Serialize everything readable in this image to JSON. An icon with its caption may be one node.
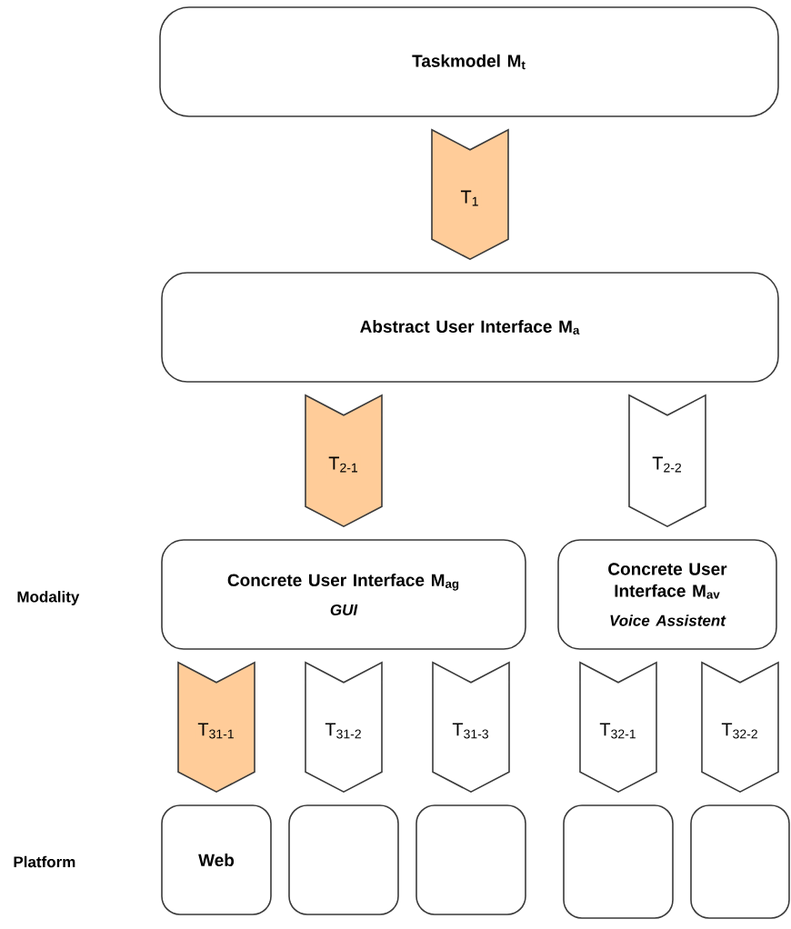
{
  "diagram": {
    "nodes": [
      {
        "text": [
          "Taskmodel M$_{t}$"
        ]
      },
      {
        "text": [
          "Abstract User Interface M$_{a}$"
        ]
      },
      {
        "text": [
          "Concrete User Interface M$_{ag}$",
          "GUI"
        ]
      },
      {
        "text": [
          "Concrete User Interface M$_{av}$",
          "Voice Assistent"
        ]
      },
      {
        "text": [
          "Web"
        ]
      },
      {
        "text": [],
        "shape": "box"
      },
      {
        "text": [],
        "shape": "box"
      },
      {
        "text": [],
        "shape": "box"
      },
      {
        "text": [],
        "shape": "box"
      }
    ],
    "edges": [
      {
        "from": 0,
        "to": 1,
        "arrow": "to",
        "label": "T$_{1}$",
        "color": "#ffcc99"
      },
      {
        "from": 1,
        "to": 2,
        "arrow": "to",
        "label": "T$_{2-1}$",
        "color": "#ffcc99"
      },
      {
        "from": 1,
        "to": 3,
        "arrow": "to",
        "label": "T$_{2-2}$"
      },
      {
        "from": 2,
        "to": 4,
        "arrow": "to",
        "label": "T$_{31-1}$",
        "color": "#ffcc99"
      },
      {
        "from": 2,
        "to": 5,
        "arrow": "to",
        "label": "T$_{31-2}$"
      },
      {
        "from": 2,
        "to": 6,
        "arrow": "to",
        "label": "T$_{31-3}$"
      },
      {
        "from": 3,
        "to": 7,
        "arrow": "to",
        "label": "T$_{32-1}$"
      },
      {
        "from": 3,
        "to": 8,
        "arrow": "to",
        "label": "T$_{32-2}$"
      }
    ],
    "labels": [
      "Modality",
      "Platform"
    ]
  }
}
